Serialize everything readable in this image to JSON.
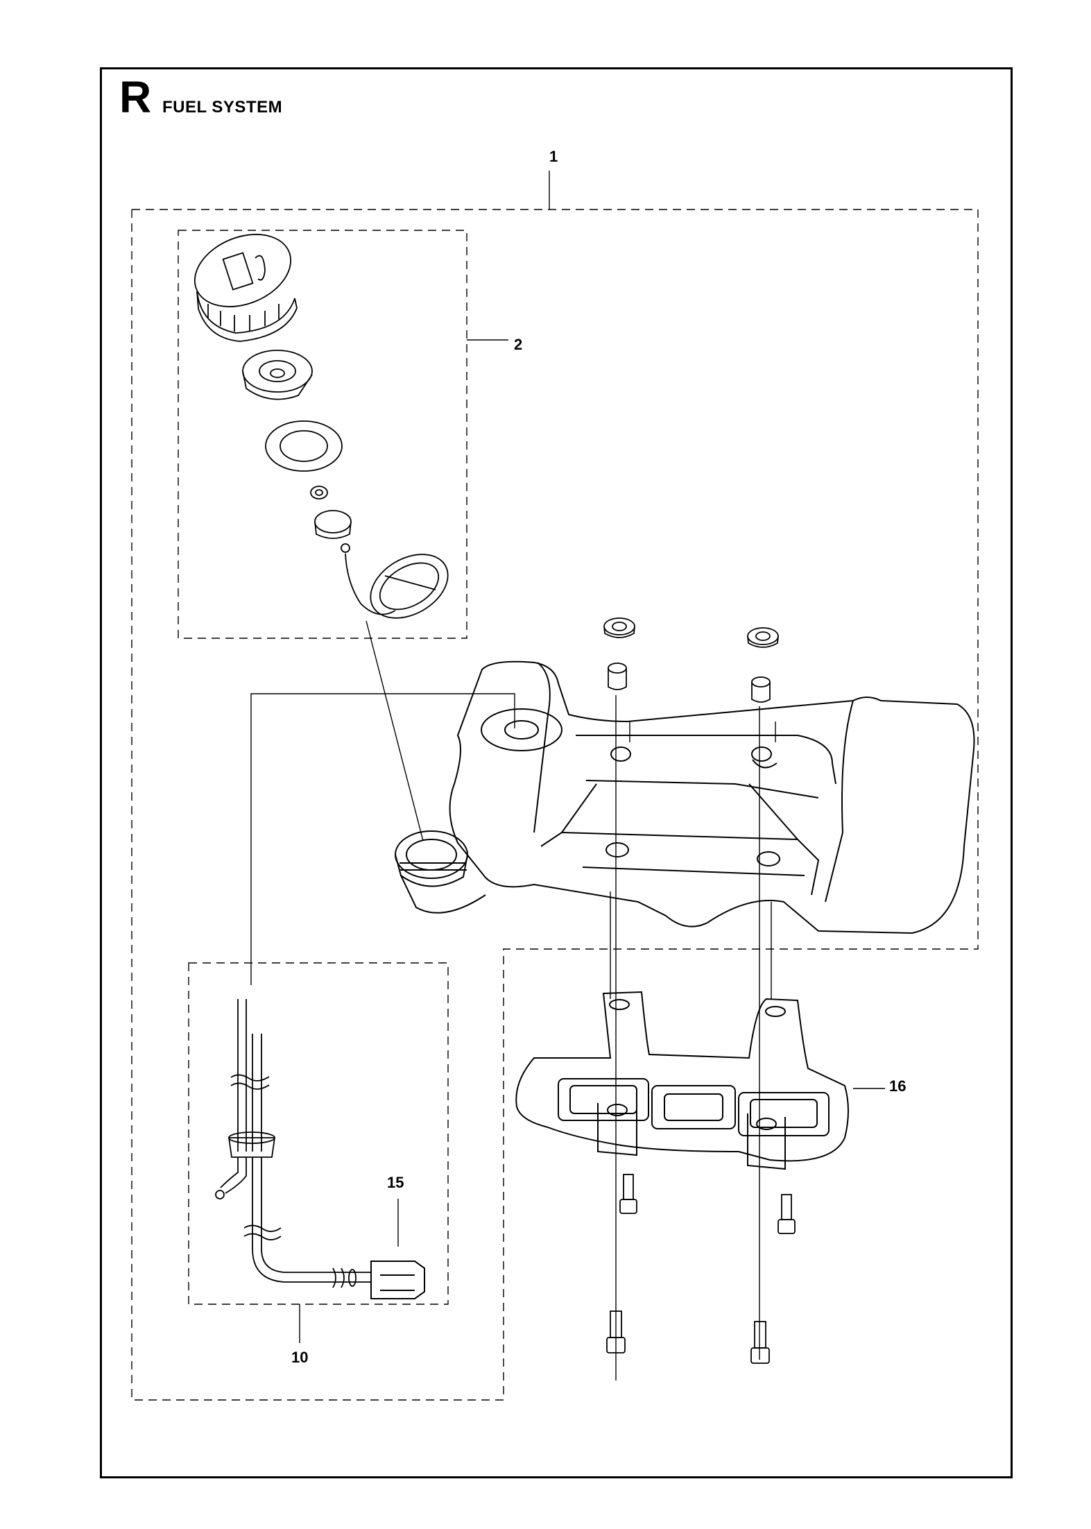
{
  "section": {
    "letter": "R",
    "title": "FUEL SYSTEM"
  },
  "callouts": {
    "fuel_tank": "1",
    "cap_assembly": "2",
    "fuel_line_kit": "10",
    "fuel_filter": "15",
    "tank_bracket": "16"
  }
}
